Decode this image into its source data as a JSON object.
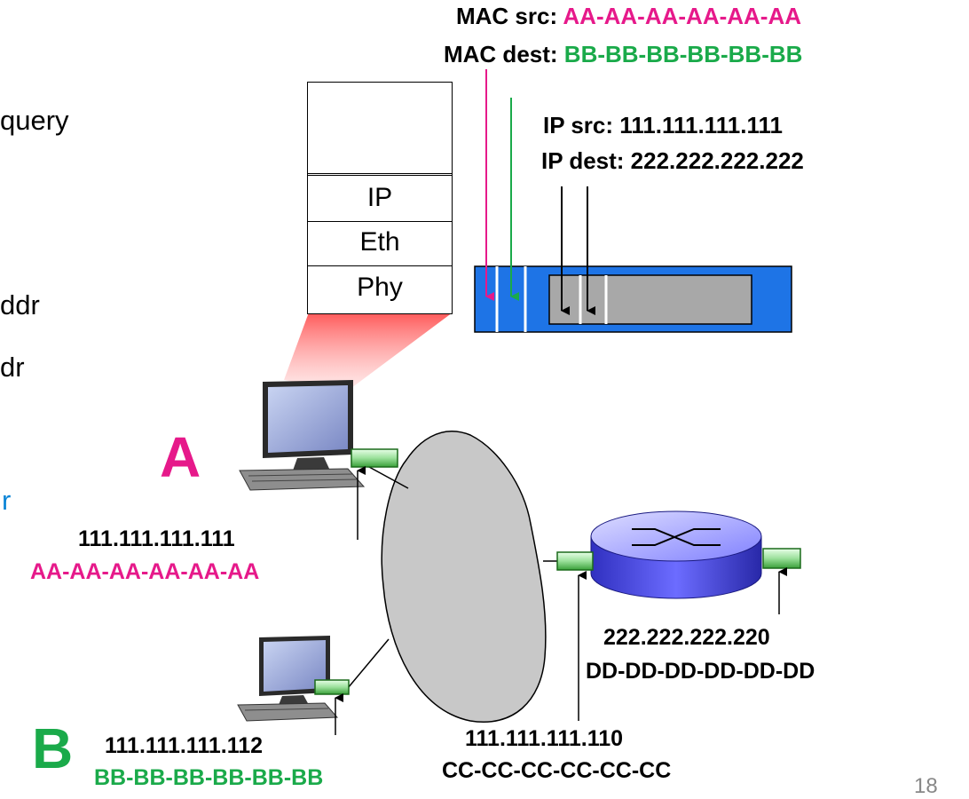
{
  "colors": {
    "magenta": "#e6198a",
    "green": "#1aaa4a",
    "blue_text": "#0a84d6",
    "frame_blue": "#1e74e6",
    "cloud_gray": "#c8c8c8",
    "router_blue": "#5a5aff"
  },
  "left_text_fragments": [
    "query",
    "ddr",
    "dr",
    "r"
  ],
  "protocol_stack": {
    "layers": [
      "IP",
      "Eth",
      "Phy"
    ]
  },
  "frame_header": {
    "mac_src_label": "MAC src:",
    "mac_src_value": "AA-AA-AA-AA-AA-AA",
    "mac_dest_label": "MAC dest:",
    "mac_dest_value": "BB-BB-BB-BB-BB-BB",
    "ip_src_label": "IP src:",
    "ip_src_value": "111.111.111.111",
    "ip_dest_label": "IP dest:",
    "ip_dest_value": "222.222.222.222"
  },
  "host_a": {
    "letter": "A",
    "ip": "111.111.111.111",
    "mac": "AA-AA-AA-AA-AA-AA",
    "icon": "desktop-computer-icon"
  },
  "host_b": {
    "letter": "B",
    "ip": "111.111.111.112",
    "mac": "BB-BB-BB-BB-BB-BB",
    "icon": "desktop-computer-icon"
  },
  "router": {
    "icon": "router-icon",
    "left_interface": {
      "ip": "111.111.111.110",
      "mac": "CC-CC-CC-CC-CC-CC"
    },
    "right_interface": {
      "ip": "222.222.222.220",
      "mac": "DD-DD-DD-DD-DD-DD"
    }
  },
  "page_number": "18"
}
